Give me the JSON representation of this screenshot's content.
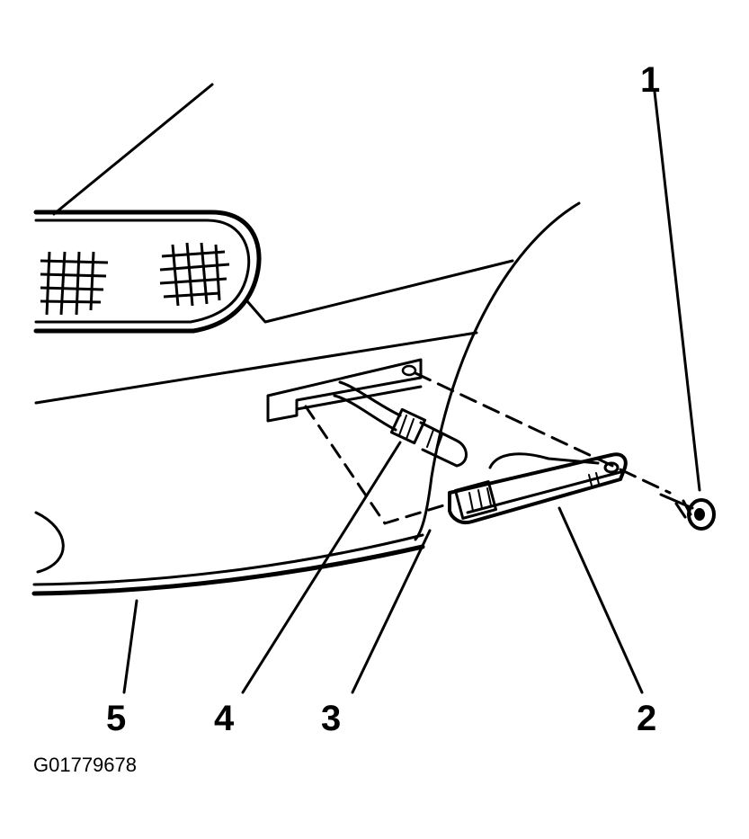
{
  "callouts": {
    "c1": "1",
    "c2": "2",
    "c3": "3",
    "c4": "4",
    "c5": "5"
  },
  "figure_id": "G01779678"
}
